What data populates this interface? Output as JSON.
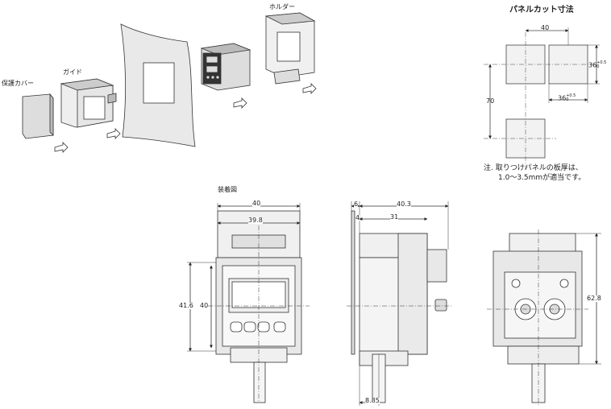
{
  "labels": {
    "protective_cover": "保護カバー",
    "guide": "ガイド",
    "holder": "ホルダー",
    "panel_cutout_title": "パネルカット寸法",
    "mounting_title": "装着図",
    "note_line1": "注. 取りつけパネルの板厚は、",
    "note_line2": "1.0～3.5mmが適当です。"
  },
  "cutout_dims": {
    "width": "40",
    "pitch_v": "70",
    "hole_h": "36",
    "hole_w": "36",
    "tol_plus": "+0.5",
    "tol_minus": "0"
  },
  "front_dims": {
    "overall_width": "40",
    "inner_width": "39.8",
    "outer_height": "41.6",
    "inner_height": "40"
  },
  "side_dims": {
    "a": "6",
    "b": "4",
    "overall_depth": "40.3",
    "body_depth": "31",
    "offset": "8.85"
  },
  "rear_dims": {
    "height": "62.8"
  }
}
